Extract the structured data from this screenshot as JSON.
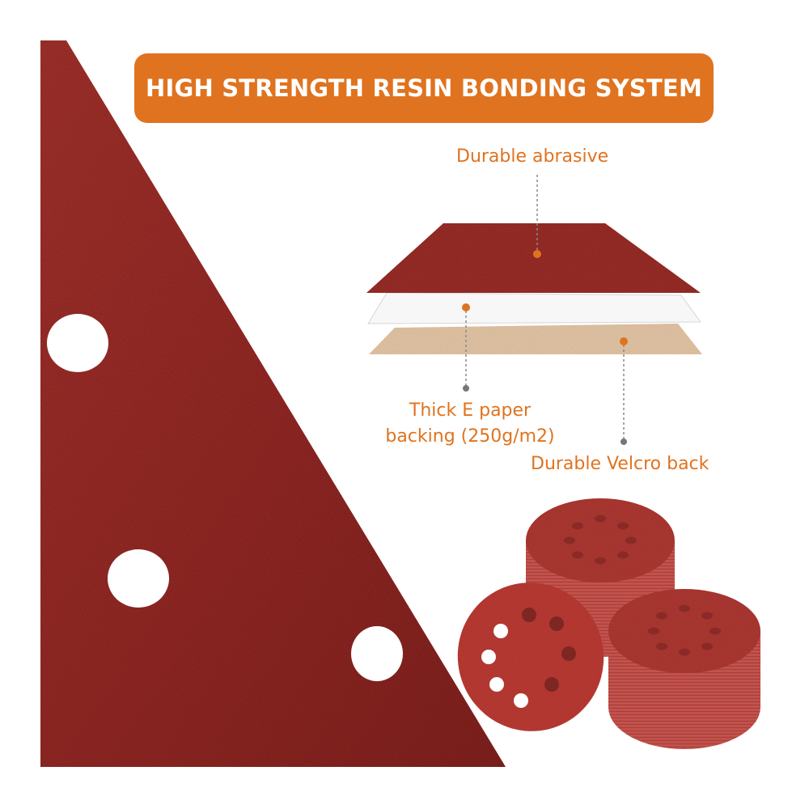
{
  "banner": {
    "title": "HIGH STRENGTH RESIN BONDING SYSTEM"
  },
  "callouts": {
    "abrasive": "Durable abrasive",
    "paper_line1": "Thick E paper",
    "paper_line2": "backing (250g/m2)",
    "velcro": "Durable Velcro back"
  },
  "colors": {
    "accent": "#e0731f",
    "abrasive_red": "#a8302b",
    "paper_white": "#f7f7f7",
    "velcro_tan": "#e8c9a8"
  },
  "image_subjects": [
    "triangular-sanding-sheet",
    "layer-diagram",
    "round-sanding-disc-stacks"
  ]
}
